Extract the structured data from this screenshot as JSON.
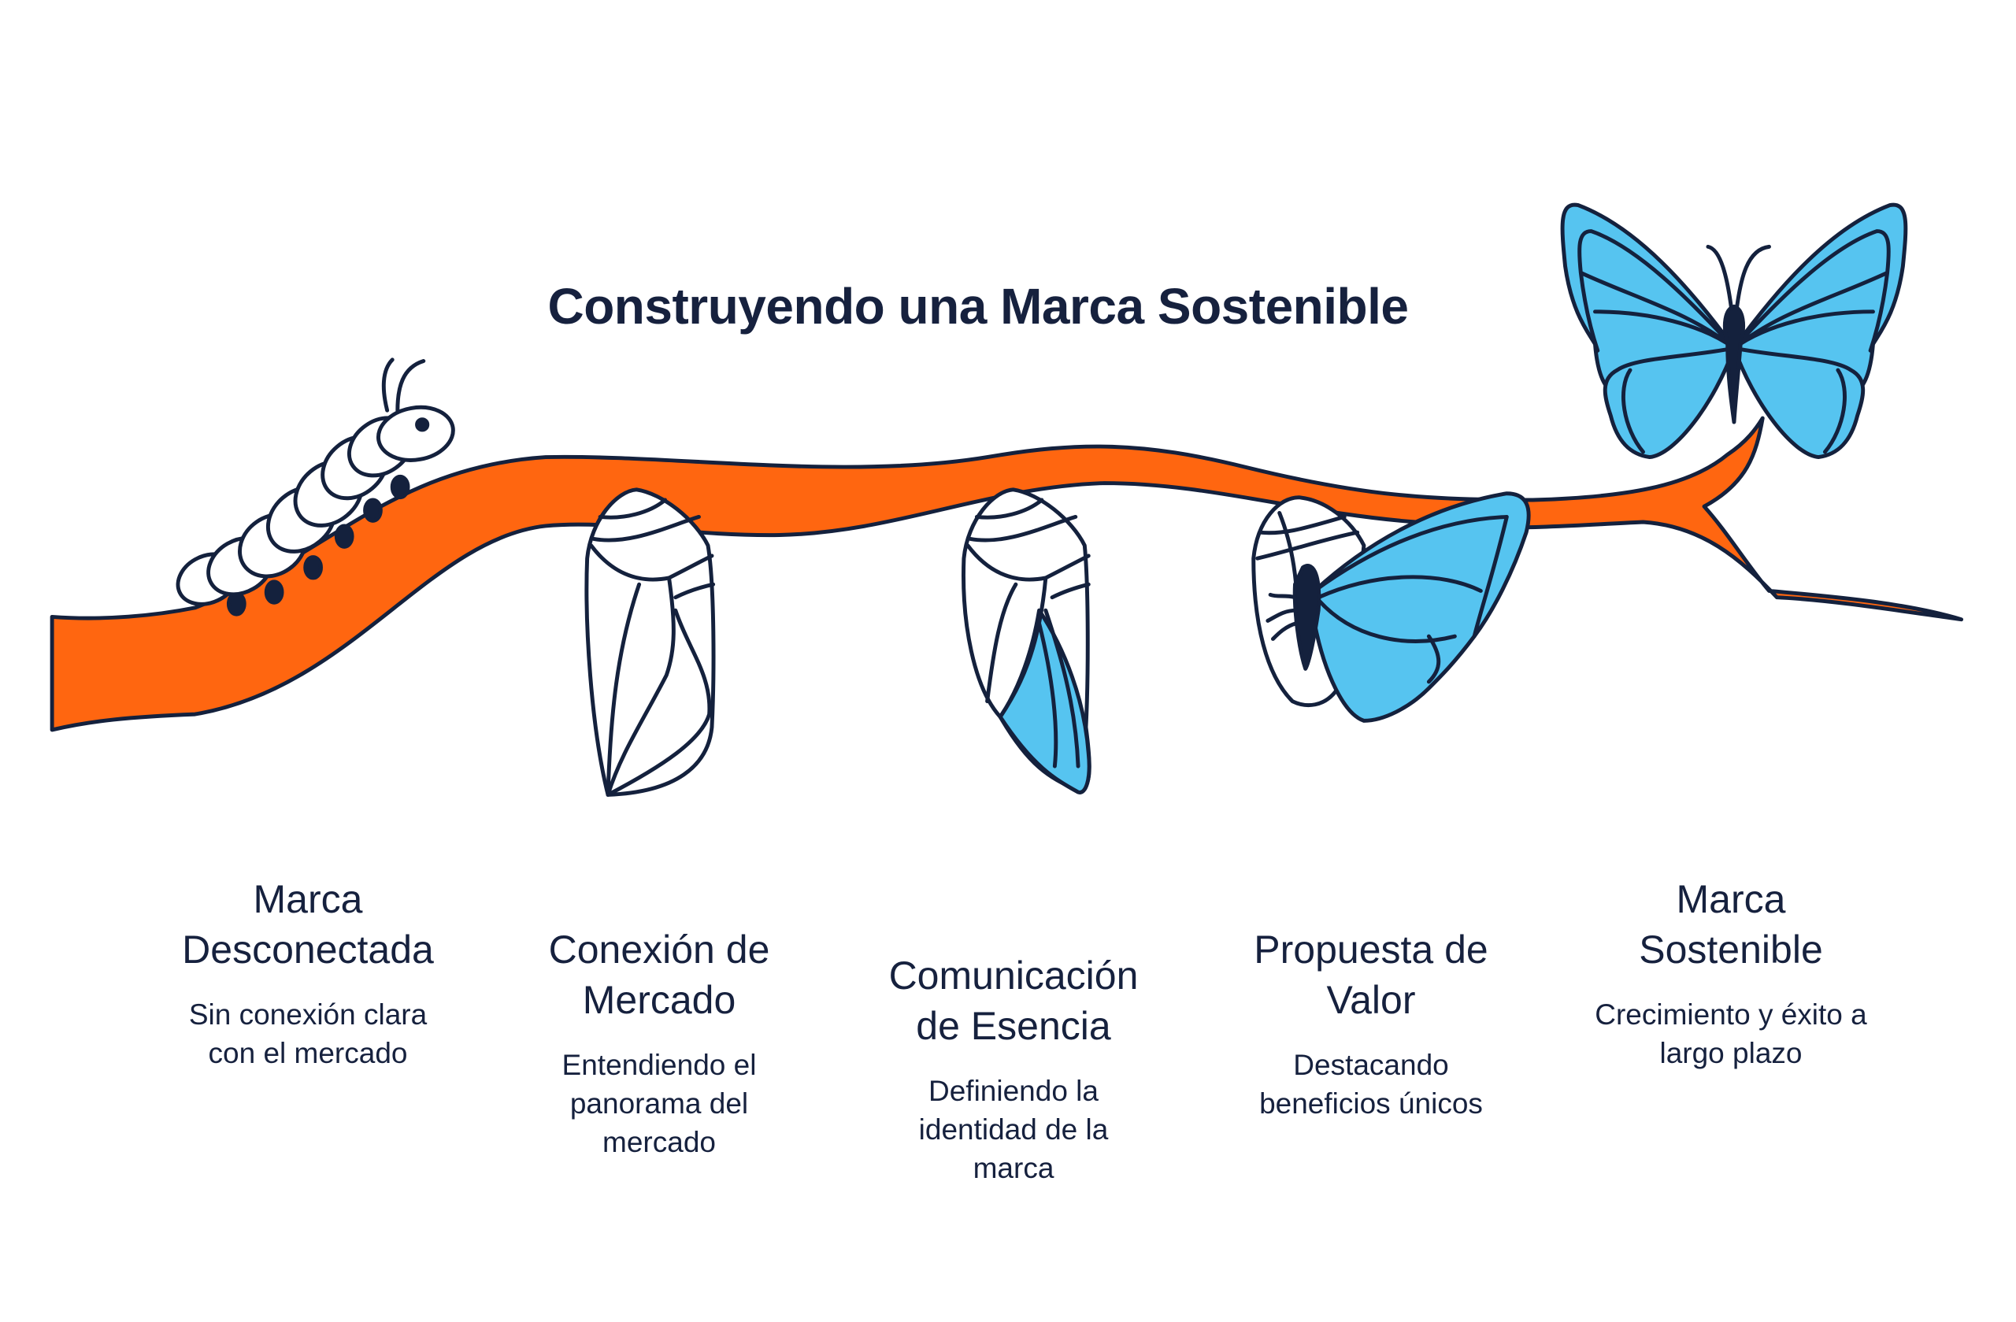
{
  "title": "Construyendo una Marca Sostenible",
  "colors": {
    "branch": "#FF6610",
    "wing": "#56C4F0",
    "outline": "#14213D",
    "text": "#16213E"
  },
  "stages": [
    {
      "heading": "Marca Desconectada",
      "description": "Sin conexión clara con el mercado",
      "icon": "caterpillar-icon"
    },
    {
      "heading": "Conexión de Mercado",
      "description": "Entendiendo el panorama del mercado",
      "icon": "chrysalis-icon"
    },
    {
      "heading": "Comunicación de Esencia",
      "description": "Definiendo la identidad de la marca",
      "icon": "chrysalis-forming-icon"
    },
    {
      "heading": "Propuesta de Valor",
      "description": "Destacando beneficios únicos",
      "icon": "emerging-butterfly-icon"
    },
    {
      "heading": "Marca Sostenible",
      "description": "Crecimiento y éxito a largo plazo",
      "icon": "butterfly-icon"
    }
  ]
}
